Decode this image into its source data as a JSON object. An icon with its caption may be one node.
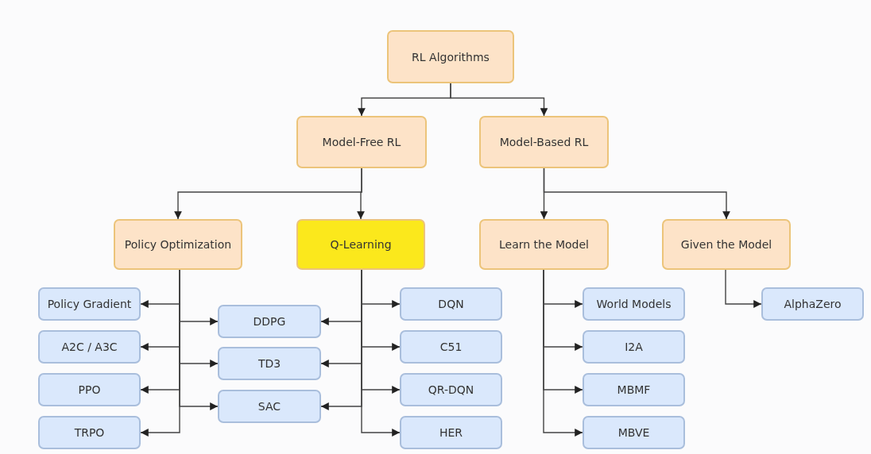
{
  "diagram": {
    "nodes": [
      {
        "text": [
          "RL Algorithms"
        ]
      },
      {
        "text": [
          "Model-Free RL"
        ]
      },
      {
        "text": [
          "Model-Based RL"
        ]
      },
      {
        "text": [
          "Policy Optimization"
        ]
      },
      {
        "text": [
          "Q-Learning"
        ]
      },
      {
        "text": [
          "Learn the Model"
        ]
      },
      {
        "text": [
          "Given the Model"
        ]
      },
      {
        "text": [
          "Policy Gradient"
        ]
      },
      {
        "text": [
          "A2C / A3C"
        ]
      },
      {
        "text": [
          "PPO"
        ]
      },
      {
        "text": [
          "TRPO"
        ]
      },
      {
        "text": [
          "DDPG"
        ]
      },
      {
        "text": [
          "TD3"
        ]
      },
      {
        "text": [
          "SAC"
        ]
      },
      {
        "text": [
          "DQN"
        ]
      },
      {
        "text": [
          "C51"
        ]
      },
      {
        "text": [
          "QR-DQN"
        ]
      },
      {
        "text": [
          "HER"
        ]
      },
      {
        "text": [
          "World Models"
        ]
      },
      {
        "text": [
          "I2A"
        ]
      },
      {
        "text": [
          "MBMF"
        ]
      },
      {
        "text": [
          "MBVE"
        ]
      },
      {
        "text": [
          "AlphaZero"
        ]
      }
    ],
    "edges": [
      {
        "from": 0,
        "to": 1,
        "arrow": "to"
      },
      {
        "from": 0,
        "to": 2,
        "arrow": "to"
      },
      {
        "from": 1,
        "to": 3,
        "arrow": "to"
      },
      {
        "from": 1,
        "to": 4,
        "arrow": "to"
      },
      {
        "from": 2,
        "to": 5,
        "arrow": "to"
      },
      {
        "from": 2,
        "to": 6,
        "arrow": "to"
      },
      {
        "from": 3,
        "to": 7,
        "arrow": "to"
      },
      {
        "from": 3,
        "to": 8,
        "arrow": "to"
      },
      {
        "from": 3,
        "to": 9,
        "arrow": "to"
      },
      {
        "from": 3,
        "to": 10,
        "arrow": "to"
      },
      {
        "from": 3,
        "to": 11,
        "arrow": "to"
      },
      {
        "from": 3,
        "to": 12,
        "arrow": "to"
      },
      {
        "from": 3,
        "to": 13,
        "arrow": "to"
      },
      {
        "from": 4,
        "to": 11,
        "arrow": "to"
      },
      {
        "from": 4,
        "to": 12,
        "arrow": "to"
      },
      {
        "from": 4,
        "to": 13,
        "arrow": "to"
      },
      {
        "from": 4,
        "to": 14,
        "arrow": "to"
      },
      {
        "from": 4,
        "to": 15,
        "arrow": "to"
      },
      {
        "from": 4,
        "to": 16,
        "arrow": "to"
      },
      {
        "from": 4,
        "to": 17,
        "arrow": "to"
      },
      {
        "from": 5,
        "to": 18,
        "arrow": "to"
      },
      {
        "from": 5,
        "to": 19,
        "arrow": "to"
      },
      {
        "from": 5,
        "to": 20,
        "arrow": "to"
      },
      {
        "from": 5,
        "to": 21,
        "arrow": "to"
      },
      {
        "from": 6,
        "to": 22,
        "arrow": "to"
      }
    ]
  }
}
